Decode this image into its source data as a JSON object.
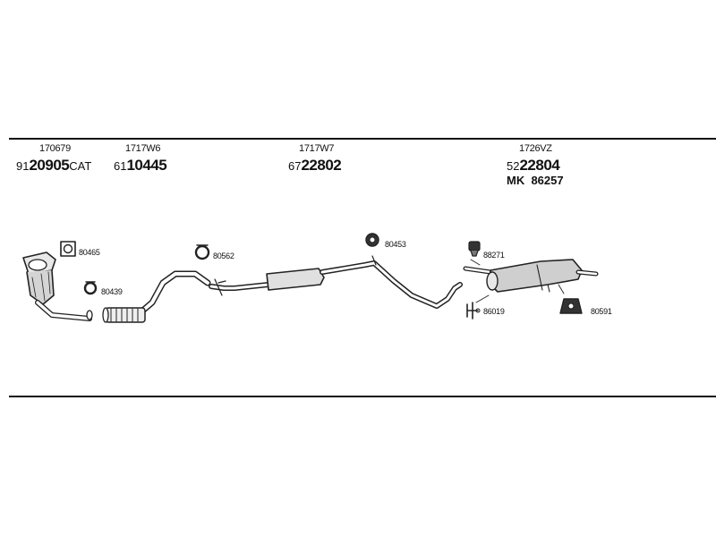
{
  "header": {
    "groups": [
      {
        "ref": "170679",
        "pn_prefix": "91",
        "pn_main": "20905",
        "pn_suffix": "CAT"
      },
      {
        "ref": "1717W6",
        "pn_prefix": "61",
        "pn_main": "10445",
        "pn_suffix": ""
      },
      {
        "ref": "1717W7",
        "pn_prefix": "67",
        "pn_main": "22802",
        "pn_suffix": ""
      },
      {
        "ref": "1726VZ",
        "pn_prefix": "52",
        "pn_main": "22804",
        "pn_suffix": "",
        "extra": "MK  86257"
      }
    ]
  },
  "parts": {
    "p80465": "80465",
    "p80439": "80439",
    "p80562": "80562",
    "p80453": "80453",
    "p88271": "88271",
    "p86019": "86019",
    "p80591": "80591"
  }
}
